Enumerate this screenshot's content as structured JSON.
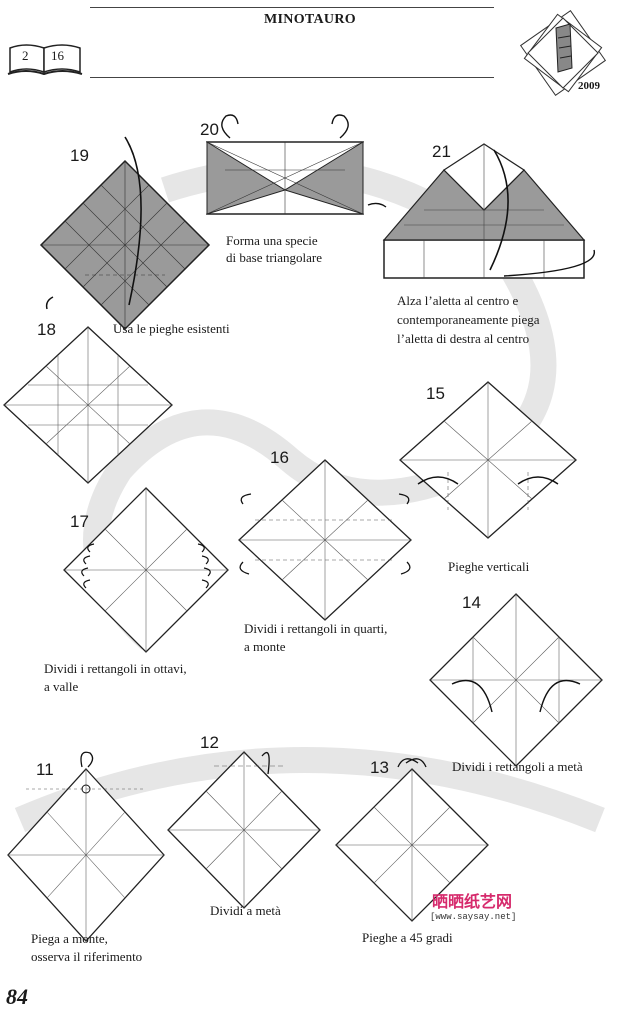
{
  "header": {
    "title": "MINOTAURO",
    "book_badge": {
      "page": "2",
      "total": "16"
    },
    "year": "2009"
  },
  "steps": [
    {
      "number": "19",
      "caption": "Usa le pieghe esistenti"
    },
    {
      "number": "20",
      "caption_line1": "Forma una specie",
      "caption_line2": "di base triangolare"
    },
    {
      "number": "21",
      "caption_line1": "Alza l’aletta al centro e",
      "caption_line2": "contemporaneamente piega",
      "caption_line3": "l’aletta di destra al centro"
    },
    {
      "number": "18"
    },
    {
      "number": "15",
      "caption": "Pieghe verticali"
    },
    {
      "number": "16",
      "caption_line1": "Dividi i rettangoli in quarti,",
      "caption_line2": "a monte"
    },
    {
      "number": "17",
      "caption_line1": "Dividi i rettangoli in ottavi,",
      "caption_line2": "a valle"
    },
    {
      "number": "14",
      "caption": "Dividi i rettangoli a metà"
    },
    {
      "number": "11",
      "caption_line1": "Piega a monte,",
      "caption_line2": "osserva il riferimento"
    },
    {
      "number": "12",
      "caption": "Dividi a metà"
    },
    {
      "number": "13",
      "caption": "Pieghe a 45 gradi"
    }
  ],
  "footer": {
    "page_number": "84",
    "watermark": "晒晒纸艺网",
    "watermark_url": "[www.saysay.net]"
  }
}
